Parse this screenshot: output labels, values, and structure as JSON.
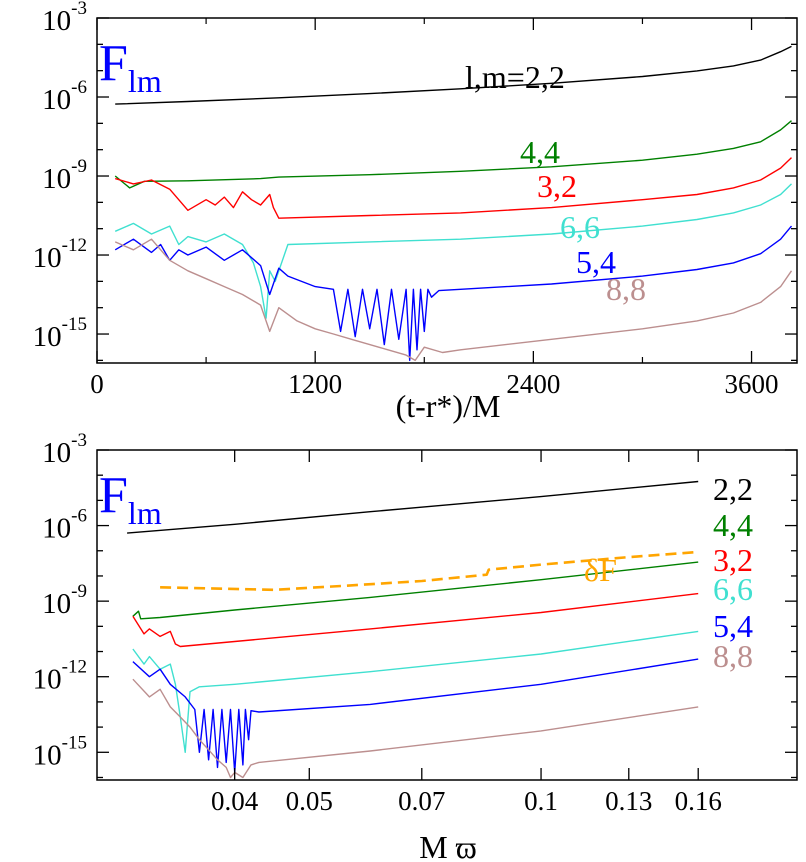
{
  "chart_data": [
    {
      "type": "line",
      "panel_label": "F",
      "panel_label_sub": "lm",
      "xlabel": "(t-r*)/M",
      "ylabel": "",
      "xscale": "linear",
      "yscale": "log",
      "xlim": [
        0,
        3850
      ],
      "ylim_log10": [
        -16.1,
        -3
      ],
      "xticks": [
        0,
        1200,
        2400,
        3600
      ],
      "xtick_labels": [
        "0",
        "1200",
        "2400",
        "3600"
      ],
      "yticks_log10": [
        -3,
        -6,
        -9,
        -12,
        -15
      ],
      "ytick_base": "10",
      "ytick_exponents": [
        "-3",
        "-6",
        "-9",
        "-12",
        "-15"
      ],
      "series": [
        {
          "name": "l,m=2,2",
          "color": "#000000",
          "x": [
            100,
            500,
            1000,
            1500,
            2000,
            2500,
            3000,
            3300,
            3500,
            3650,
            3760,
            3820
          ],
          "log10_y": [
            -6.27,
            -6.17,
            -6.03,
            -5.87,
            -5.69,
            -5.48,
            -5.22,
            -5.01,
            -4.82,
            -4.6,
            -4.28,
            -4.08
          ]
        },
        {
          "name": "4,4",
          "color": "#008000",
          "x": [
            100,
            180,
            260,
            500,
            900,
            1000,
            1500,
            2000,
            2500,
            3000,
            3300,
            3500,
            3650,
            3760,
            3820
          ],
          "log10_y": [
            -9.0,
            -9.45,
            -9.2,
            -9.18,
            -9.1,
            -9.04,
            -8.95,
            -8.82,
            -8.65,
            -8.4,
            -8.17,
            -7.95,
            -7.7,
            -7.25,
            -6.9
          ]
        },
        {
          "name": "3,2",
          "color": "#ff0000",
          "x": [
            100,
            200,
            300,
            400,
            500,
            600,
            650,
            700,
            750,
            800,
            850,
            900,
            950,
            970,
            1000,
            1500,
            2000,
            2500,
            3000,
            3300,
            3500,
            3650,
            3760,
            3820
          ],
          "log10_y": [
            -9.1,
            -9.3,
            -9.15,
            -9.5,
            -10.3,
            -9.9,
            -10.1,
            -9.8,
            -10.2,
            -9.6,
            -9.9,
            -10.1,
            -9.7,
            -10.2,
            -10.6,
            -10.5,
            -10.4,
            -10.2,
            -9.9,
            -9.7,
            -9.45,
            -9.15,
            -8.7,
            -8.3
          ]
        },
        {
          "name": "6,6",
          "color": "#40e0d0",
          "x": [
            100,
            200,
            300,
            400,
            450,
            500,
            600,
            700,
            800,
            860,
            900,
            930,
            950,
            980,
            1050,
            1500,
            2000,
            2500,
            3000,
            3300,
            3500,
            3650,
            3760,
            3820
          ],
          "log10_y": [
            -11.1,
            -10.8,
            -11.2,
            -10.9,
            -11.6,
            -11.3,
            -11.5,
            -11.2,
            -11.6,
            -12.3,
            -13.2,
            -14.4,
            -12.6,
            -13.0,
            -11.6,
            -11.5,
            -11.4,
            -11.2,
            -10.9,
            -10.65,
            -10.4,
            -10.1,
            -9.7,
            -9.3
          ]
        },
        {
          "name": "5,4",
          "color": "#0000ff",
          "x": [
            100,
            200,
            300,
            350,
            400,
            450,
            500,
            600,
            700,
            800,
            900,
            950,
            1000,
            1050,
            1200,
            1300,
            1340,
            1380,
            1420,
            1460,
            1500,
            1540,
            1580,
            1620,
            1660,
            1700,
            1720,
            1740,
            1760,
            1780,
            1800,
            1820,
            1840,
            1880,
            2000,
            2500,
            3000,
            3300,
            3500,
            3650,
            3760,
            3820
          ],
          "log10_y": [
            -11.8,
            -11.4,
            -11.9,
            -11.6,
            -12.2,
            -11.8,
            -12.0,
            -11.7,
            -12.2,
            -11.8,
            -12.4,
            -13.5,
            -12.5,
            -12.8,
            -13.2,
            -13.3,
            -14.9,
            -13.3,
            -15.1,
            -13.3,
            -14.8,
            -13.3,
            -15.4,
            -13.3,
            -15.2,
            -13.3,
            -16.0,
            -13.3,
            -15.6,
            -13.3,
            -14.9,
            -13.3,
            -13.6,
            -13.35,
            -13.3,
            -13.1,
            -12.8,
            -12.55,
            -12.3,
            -11.95,
            -11.4,
            -10.9
          ]
        },
        {
          "name": "8,8",
          "color": "#bc8f8f",
          "x": [
            100,
            200,
            300,
            400,
            500,
            600,
            700,
            800,
            900,
            950,
            1000,
            1100,
            1200,
            1300,
            1400,
            1500,
            1600,
            1700,
            1750,
            1800,
            1900,
            2000,
            2500,
            3000,
            3300,
            3500,
            3650,
            3760,
            3820
          ],
          "log10_y": [
            -11.5,
            -11.8,
            -11.4,
            -12.2,
            -12.6,
            -12.9,
            -13.2,
            -13.5,
            -13.9,
            -14.9,
            -14.0,
            -14.5,
            -14.8,
            -15.0,
            -15.2,
            -15.4,
            -15.6,
            -15.8,
            -16.0,
            -15.5,
            -15.7,
            -15.6,
            -15.2,
            -14.8,
            -14.5,
            -14.2,
            -13.8,
            -13.2,
            -12.6
          ]
        }
      ],
      "annotations": [
        {
          "text": "l,m=2,2",
          "color": "#000000"
        },
        {
          "text": "4,4",
          "color": "#008000"
        },
        {
          "text": "3,2",
          "color": "#ff0000"
        },
        {
          "text": "6,6",
          "color": "#40e0d0"
        },
        {
          "text": "5,4",
          "color": "#0000ff"
        },
        {
          "text": "8,8",
          "color": "#bc8f8f"
        }
      ]
    },
    {
      "type": "line",
      "panel_label": "F",
      "panel_label_sub": "lm",
      "xlabel": "M ϖ",
      "ylabel": "",
      "xscale": "log",
      "yscale": "log",
      "xlim": [
        0.0265,
        0.215
      ],
      "ylim_log10": [
        -16.1,
        -3
      ],
      "xticks": [
        0.04,
        0.05,
        0.07,
        0.1,
        0.13,
        0.16
      ],
      "xtick_labels": [
        "0.04",
        "0.05",
        "0.07",
        "0.1",
        "0.13",
        "0.16"
      ],
      "yticks_log10": [
        -3,
        -6,
        -9,
        -12,
        -15
      ],
      "ytick_base": "10",
      "ytick_exponents": [
        "-3",
        "-6",
        "-9",
        "-12",
        "-15"
      ],
      "series": [
        {
          "name": "2,2",
          "color": "#000000",
          "x": [
            0.029,
            0.04,
            0.06,
            0.1,
            0.16
          ],
          "log10_y": [
            -6.3,
            -5.95,
            -5.45,
            -4.85,
            -4.25
          ]
        },
        {
          "name": "4,4",
          "color": "#008000",
          "x": [
            0.0295,
            0.03,
            0.0302,
            0.032,
            0.04,
            0.06,
            0.1,
            0.16
          ],
          "log10_y": [
            -9.6,
            -9.4,
            -9.7,
            -9.65,
            -9.35,
            -8.85,
            -8.15,
            -7.45
          ]
        },
        {
          "name": "3,2",
          "color": "#ff0000",
          "x": [
            0.0295,
            0.0305,
            0.031,
            0.032,
            0.033,
            0.0335,
            0.034,
            0.04,
            0.06,
            0.1,
            0.16
          ],
          "log10_y": [
            -9.6,
            -10.3,
            -10.1,
            -10.4,
            -10.2,
            -10.7,
            -10.8,
            -10.6,
            -10.1,
            -9.45,
            -8.7
          ]
        },
        {
          "name": "6,6",
          "color": "#40e0d0",
          "x": [
            0.0295,
            0.0305,
            0.031,
            0.032,
            0.033,
            0.0335,
            0.034,
            0.0345,
            0.035,
            0.036,
            0.04,
            0.06,
            0.1,
            0.16
          ],
          "log10_y": [
            -10.9,
            -11.5,
            -11.2,
            -11.7,
            -11.5,
            -12.3,
            -13.6,
            -15.0,
            -12.6,
            -12.4,
            -12.3,
            -11.8,
            -11.1,
            -10.2
          ]
        },
        {
          "name": "5,4",
          "color": "#0000ff",
          "x": [
            0.0295,
            0.031,
            0.032,
            0.033,
            0.0345,
            0.0355,
            0.036,
            0.0365,
            0.037,
            0.0375,
            0.038,
            0.0385,
            0.039,
            0.0395,
            0.04,
            0.0405,
            0.041,
            0.0413,
            0.0417,
            0.042,
            0.043,
            0.06,
            0.1,
            0.16
          ],
          "log10_y": [
            -11.4,
            -12.0,
            -11.7,
            -12.3,
            -12.8,
            -13.3,
            -15.0,
            -13.3,
            -15.3,
            -13.3,
            -15.6,
            -13.3,
            -15.4,
            -13.3,
            -15.8,
            -13.3,
            -15.5,
            -13.3,
            -14.5,
            -13.35,
            -13.4,
            -13.1,
            -12.3,
            -11.3
          ]
        },
        {
          "name": "8,8",
          "color": "#bc8f8f",
          "x": [
            0.0295,
            0.031,
            0.032,
            0.033,
            0.034,
            0.035,
            0.036,
            0.037,
            0.038,
            0.039,
            0.0395,
            0.04,
            0.041,
            0.042,
            0.043,
            0.06,
            0.1,
            0.16
          ],
          "log10_y": [
            -12.1,
            -12.8,
            -12.5,
            -13.2,
            -13.6,
            -14.0,
            -14.5,
            -14.9,
            -15.3,
            -15.6,
            -16.0,
            -15.8,
            -16.0,
            -15.5,
            -15.4,
            -14.95,
            -14.15,
            -13.2
          ]
        },
        {
          "name": "δF",
          "color": "#ffa500",
          "dashed": true,
          "x": [
            0.032,
            0.045,
            0.055,
            0.07,
            0.085,
            0.0855,
            0.1,
            0.13,
            0.16
          ],
          "log10_y": [
            -8.45,
            -8.55,
            -8.4,
            -8.2,
            -7.95,
            -7.75,
            -7.55,
            -7.25,
            -7.05
          ]
        }
      ],
      "annotations": [
        {
          "text": "2,2",
          "color": "#000000"
        },
        {
          "text": "4,4",
          "color": "#008000"
        },
        {
          "text": "3,2",
          "color": "#ff0000"
        },
        {
          "text": "6,6",
          "color": "#40e0d0"
        },
        {
          "text": "5,4",
          "color": "#0000ff"
        },
        {
          "text": "8,8",
          "color": "#bc8f8f"
        },
        {
          "text": "δF",
          "color": "#ffa500"
        }
      ]
    }
  ]
}
